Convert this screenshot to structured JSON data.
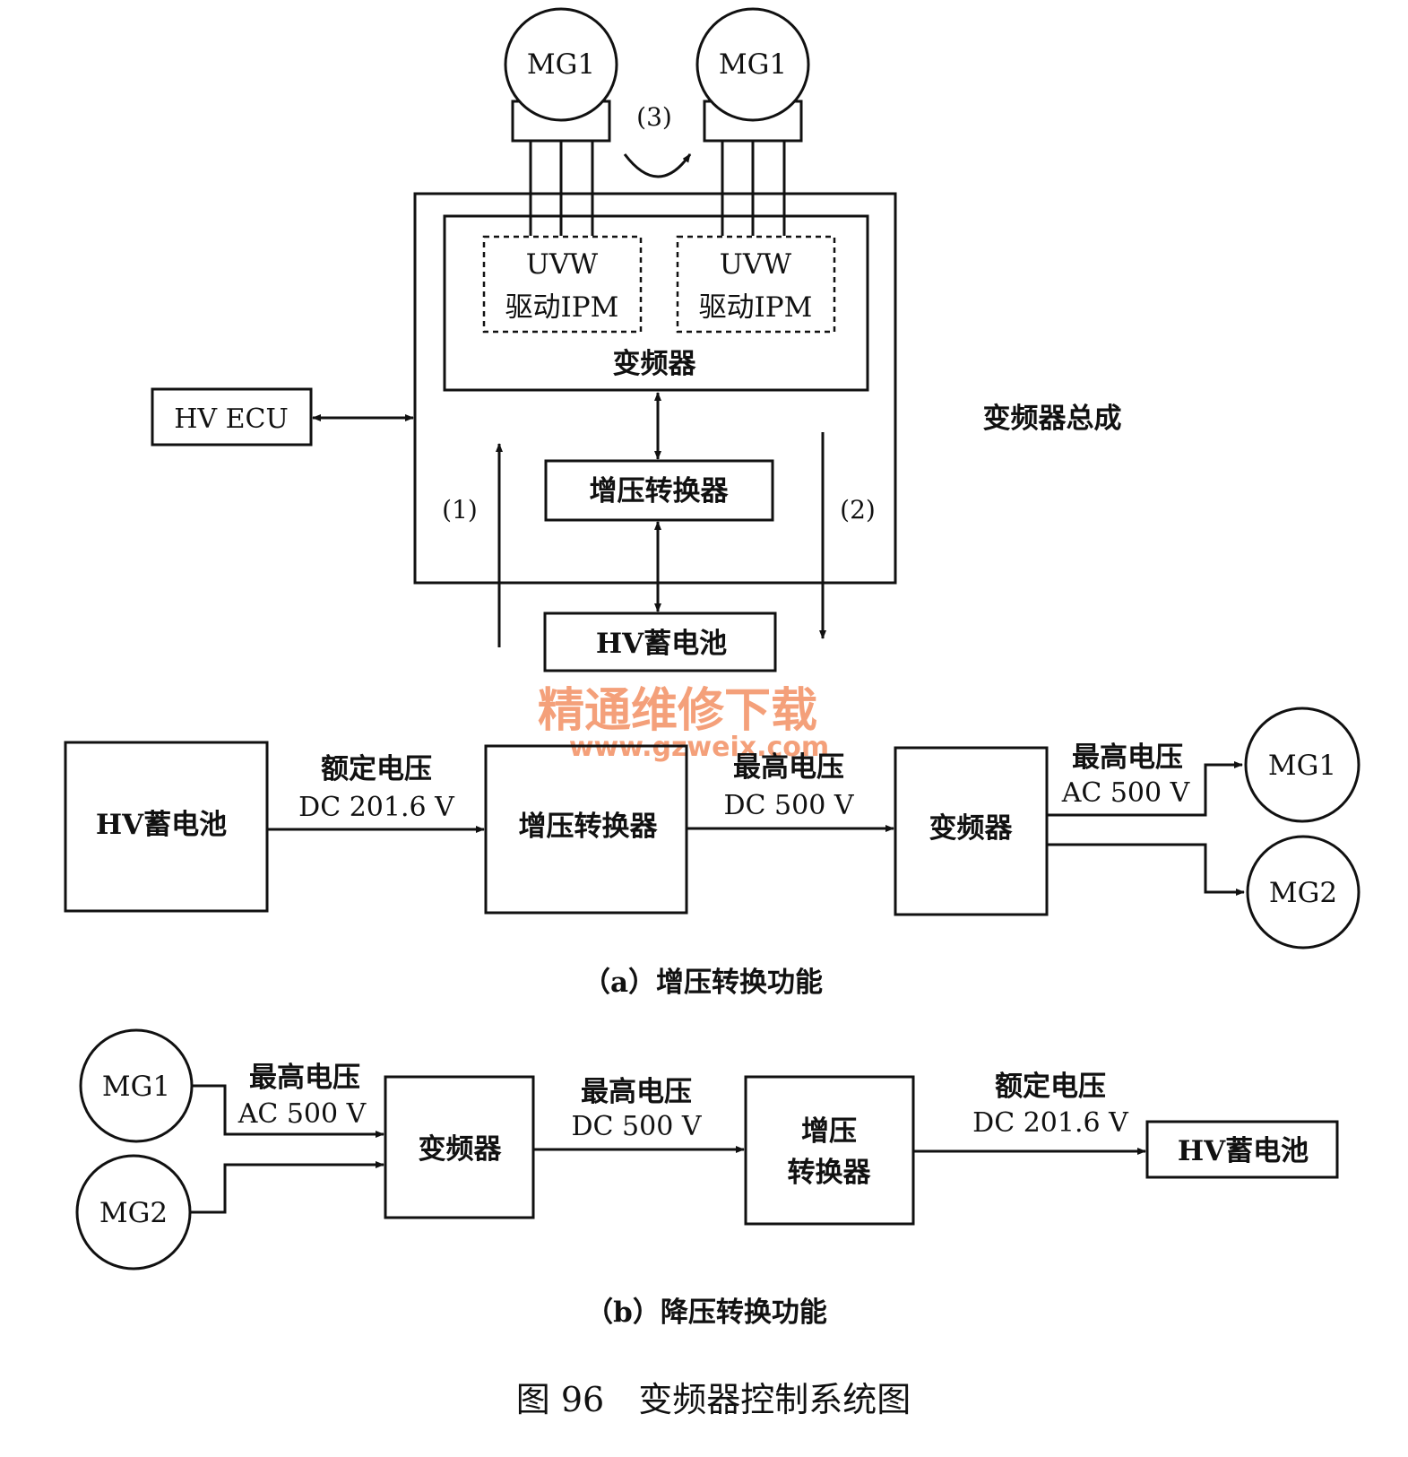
{
  "top_diagram": {
    "mg_left": "MG1",
    "mg_right": "MG1",
    "path3": "(3)",
    "ipm_left": {
      "line1": "UVW",
      "line2": "驱动IPM"
    },
    "ipm_right": {
      "line1": "UVW",
      "line2": "驱动IPM"
    },
    "inverter": "变频器",
    "assembly_label": "变频器总成",
    "hv_ecu": "HV ECU",
    "boost_converter": "增压转换器",
    "path1": "(1)",
    "path2": "(2)",
    "hv_battery": "HV蓄电池"
  },
  "watermark": {
    "title": "精通维修下载",
    "url": "www.gzweix.com",
    "color": "#f4a07a"
  },
  "diagram_a": {
    "battery": "HV蓄电池",
    "edge1": {
      "line1": "额定电压",
      "line2": "DC 201.6 V"
    },
    "boost": "增压转换器",
    "edge2": {
      "line1": "最高电压",
      "line2": "DC 500 V"
    },
    "inverter": "变频器",
    "edge3": {
      "line1": "最高电压",
      "line2": "AC 500 V"
    },
    "mg1": "MG1",
    "mg2": "MG2",
    "caption": "（a）增压转换功能"
  },
  "diagram_b": {
    "mg1": "MG1",
    "mg2": "MG2",
    "edge1": {
      "line1": "最高电压",
      "line2": "AC 500 V"
    },
    "inverter": "变频器",
    "edge2": {
      "line1": "最高电压",
      "line2": "DC 500 V"
    },
    "boost": {
      "line1": "增压",
      "line2": "转换器"
    },
    "edge3": {
      "line1": "额定电压",
      "line2": "DC 201.6 V"
    },
    "battery": "HV蓄电池",
    "caption": "（b）降压转换功能"
  },
  "figure_caption": "图 96　变频器控制系统图"
}
